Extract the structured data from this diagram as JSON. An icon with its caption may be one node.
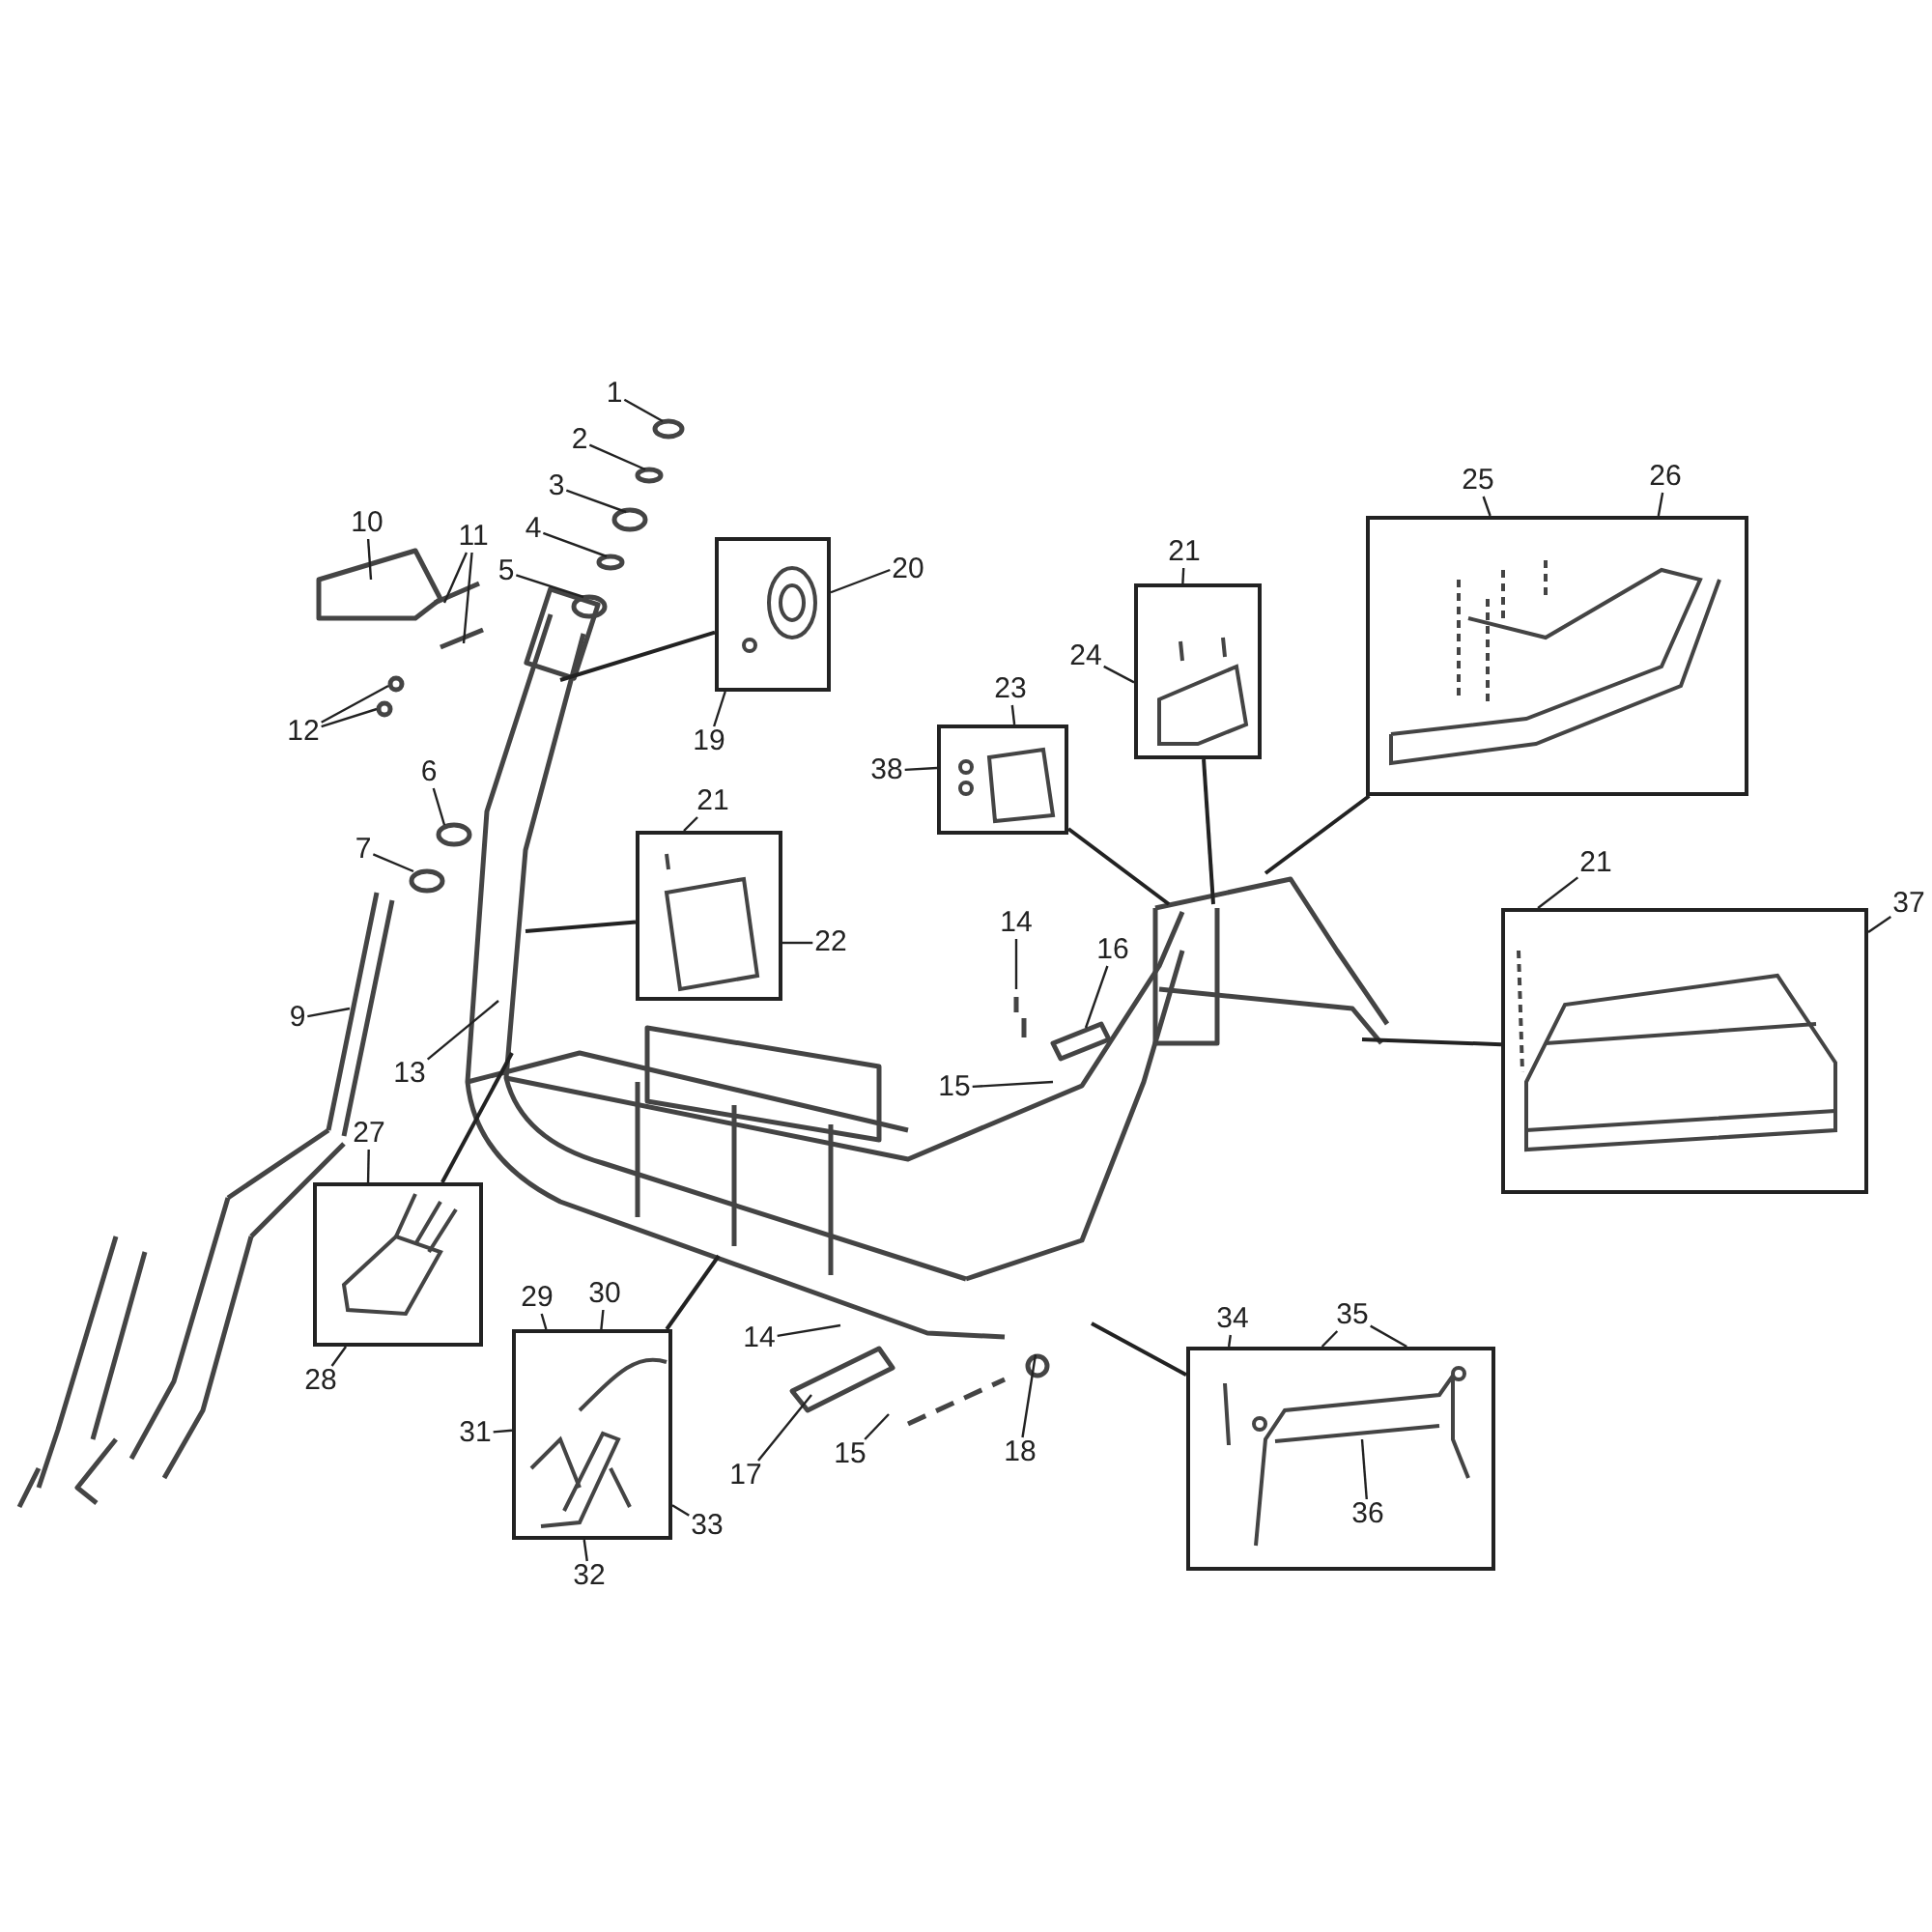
{
  "diagram": {
    "nodes": [
      {
        "text": [],
        "shape": "box"
      },
      {
        "text": [
          "19"
        ]
      },
      {
        "text": [],
        "shape": "box"
      },
      {
        "text": [],
        "shape": "box"
      },
      {
        "text": [],
        "shape": "box"
      },
      {
        "text": [],
        "shape": "box"
      },
      {
        "text": [],
        "shape": "box"
      },
      {
        "text": [],
        "shape": "box"
      },
      {
        "text": [],
        "shape": "box"
      },
      {
        "text": [],
        "shape": "box"
      },
      {
        "text": [
          "36"
        ],
        "in": 9
      },
      {
        "text": [
          "1"
        ]
      },
      {
        "text": [
          "2"
        ]
      },
      {
        "text": [
          "3"
        ]
      },
      {
        "text": [
          "4"
        ]
      },
      {
        "text": [
          "5"
        ]
      },
      {
        "text": [
          "6"
        ]
      },
      {
        "text": [
          "7"
        ]
      },
      {
        "text": [
          "9"
        ]
      },
      {
        "text": [
          "10"
        ]
      },
      {
        "text": [
          "11"
        ]
      },
      {
        "text": [
          "12"
        ]
      },
      {
        "text": [
          "13"
        ]
      },
      {
        "text": [
          "14"
        ]
      },
      {
        "text": [
          "15"
        ]
      },
      {
        "text": [
          "16"
        ]
      },
      {
        "text": [
          "14"
        ]
      },
      {
        "text": [
          "15"
        ]
      },
      {
        "text": [
          "17"
        ]
      },
      {
        "text": [
          "18"
        ]
      },
      {
        "text": [
          "20"
        ]
      },
      {
        "text": [
          "21"
        ]
      },
      {
        "text": [
          "22"
        ]
      },
      {
        "text": [
          "23"
        ]
      },
      {
        "text": [
          "38"
        ]
      },
      {
        "text": [
          "24"
        ]
      },
      {
        "text": [
          "21"
        ]
      },
      {
        "text": [
          "25"
        ]
      },
      {
        "text": [
          "26"
        ]
      },
      {
        "text": [
          "21"
        ]
      },
      {
        "text": [
          "37"
        ]
      },
      {
        "text": [
          "27"
        ]
      },
      {
        "text": [
          "28"
        ]
      },
      {
        "text": [
          "29"
        ]
      },
      {
        "text": [
          "30"
        ]
      },
      {
        "text": [
          "31"
        ]
      },
      {
        "text": [
          "32"
        ]
      },
      {
        "text": [
          "33"
        ]
      },
      {
        "text": [
          "34"
        ]
      },
      {
        "text": [
          "35"
        ]
      }
    ],
    "edges": [
      {
        "from": 0,
        "to": null,
        "arrow": "none"
      },
      {
        "from": 2,
        "to": null,
        "arrow": "none"
      },
      {
        "from": 3,
        "to": null,
        "arrow": "none"
      },
      {
        "from": 4,
        "to": null,
        "arrow": "none"
      },
      {
        "from": 5,
        "to": null,
        "arrow": "none"
      },
      {
        "from": 6,
        "to": null,
        "arrow": "none"
      },
      {
        "from": 7,
        "to": null,
        "arrow": "none"
      },
      {
        "from": 8,
        "to": null,
        "arrow": "none"
      },
      {
        "from": 9,
        "to": null,
        "arrow": "none"
      },
      {
        "from": 1,
        "to": 0,
        "arrow": "none"
      },
      {
        "from": 10,
        "to": null,
        "arrow": "none"
      },
      {
        "from": 11,
        "to": null,
        "arrow": "none"
      },
      {
        "from": 12,
        "to": null,
        "arrow": "none"
      },
      {
        "from": 13,
        "to": null,
        "arrow": "none"
      },
      {
        "from": 14,
        "to": null,
        "arrow": "none"
      },
      {
        "from": 15,
        "to": null,
        "arrow": "none"
      },
      {
        "from": 16,
        "to": null,
        "arrow": "none"
      },
      {
        "from": 17,
        "to": null,
        "arrow": "none"
      },
      {
        "from": 18,
        "to": null,
        "arrow": "none"
      },
      {
        "from": 19,
        "to": null,
        "arrow": "none"
      },
      {
        "from": 20,
        "to": null,
        "arrow": "none"
      },
      {
        "from": 20,
        "to": null,
        "arrow": "none"
      },
      {
        "from": 21,
        "to": null,
        "arrow": "none"
      },
      {
        "from": 21,
        "to": null,
        "arrow": "none"
      },
      {
        "from": 22,
        "to": null,
        "arrow": "none"
      },
      {
        "from": 23,
        "to": null,
        "arrow": "none"
      },
      {
        "from": 24,
        "to": null,
        "arrow": "none"
      },
      {
        "from": 25,
        "to": null,
        "arrow": "none"
      },
      {
        "from": 26,
        "to": null,
        "arrow": "none"
      },
      {
        "from": 27,
        "to": null,
        "arrow": "none"
      },
      {
        "from": 28,
        "to": null,
        "arrow": "none"
      },
      {
        "from": 29,
        "to": null,
        "arrow": "none"
      },
      {
        "from": 30,
        "to": 0,
        "arrow": "none"
      },
      {
        "from": 31,
        "to": 2,
        "arrow": "none"
      },
      {
        "from": 32,
        "to": 2,
        "arrow": "none"
      },
      {
        "from": 33,
        "to": 3,
        "arrow": "none"
      },
      {
        "from": 34,
        "to": 3,
        "arrow": "none"
      },
      {
        "from": 35,
        "to": 4,
        "arrow": "none"
      },
      {
        "from": 36,
        "to": 4,
        "arrow": "none"
      },
      {
        "from": 37,
        "to": 5,
        "arrow": "none"
      },
      {
        "from": 38,
        "to": 5,
        "arrow": "none"
      },
      {
        "from": 39,
        "to": 6,
        "arrow": "none"
      },
      {
        "from": 40,
        "to": 6,
        "arrow": "none"
      },
      {
        "from": 41,
        "to": 7,
        "arrow": "none"
      },
      {
        "from": 42,
        "to": 7,
        "arrow": "none"
      },
      {
        "from": 43,
        "to": 8,
        "arrow": "none"
      },
      {
        "from": 44,
        "to": 8,
        "arrow": "none"
      },
      {
        "from": 45,
        "to": 8,
        "arrow": "none"
      },
      {
        "from": 46,
        "to": 8,
        "arrow": "none"
      },
      {
        "from": 47,
        "to": 8,
        "arrow": "none"
      },
      {
        "from": 48,
        "to": 9,
        "arrow": "none"
      },
      {
        "from": 49,
        "to": 9,
        "arrow": "none"
      },
      {
        "from": 49,
        "to": 9,
        "arrow": "none"
      }
    ]
  }
}
